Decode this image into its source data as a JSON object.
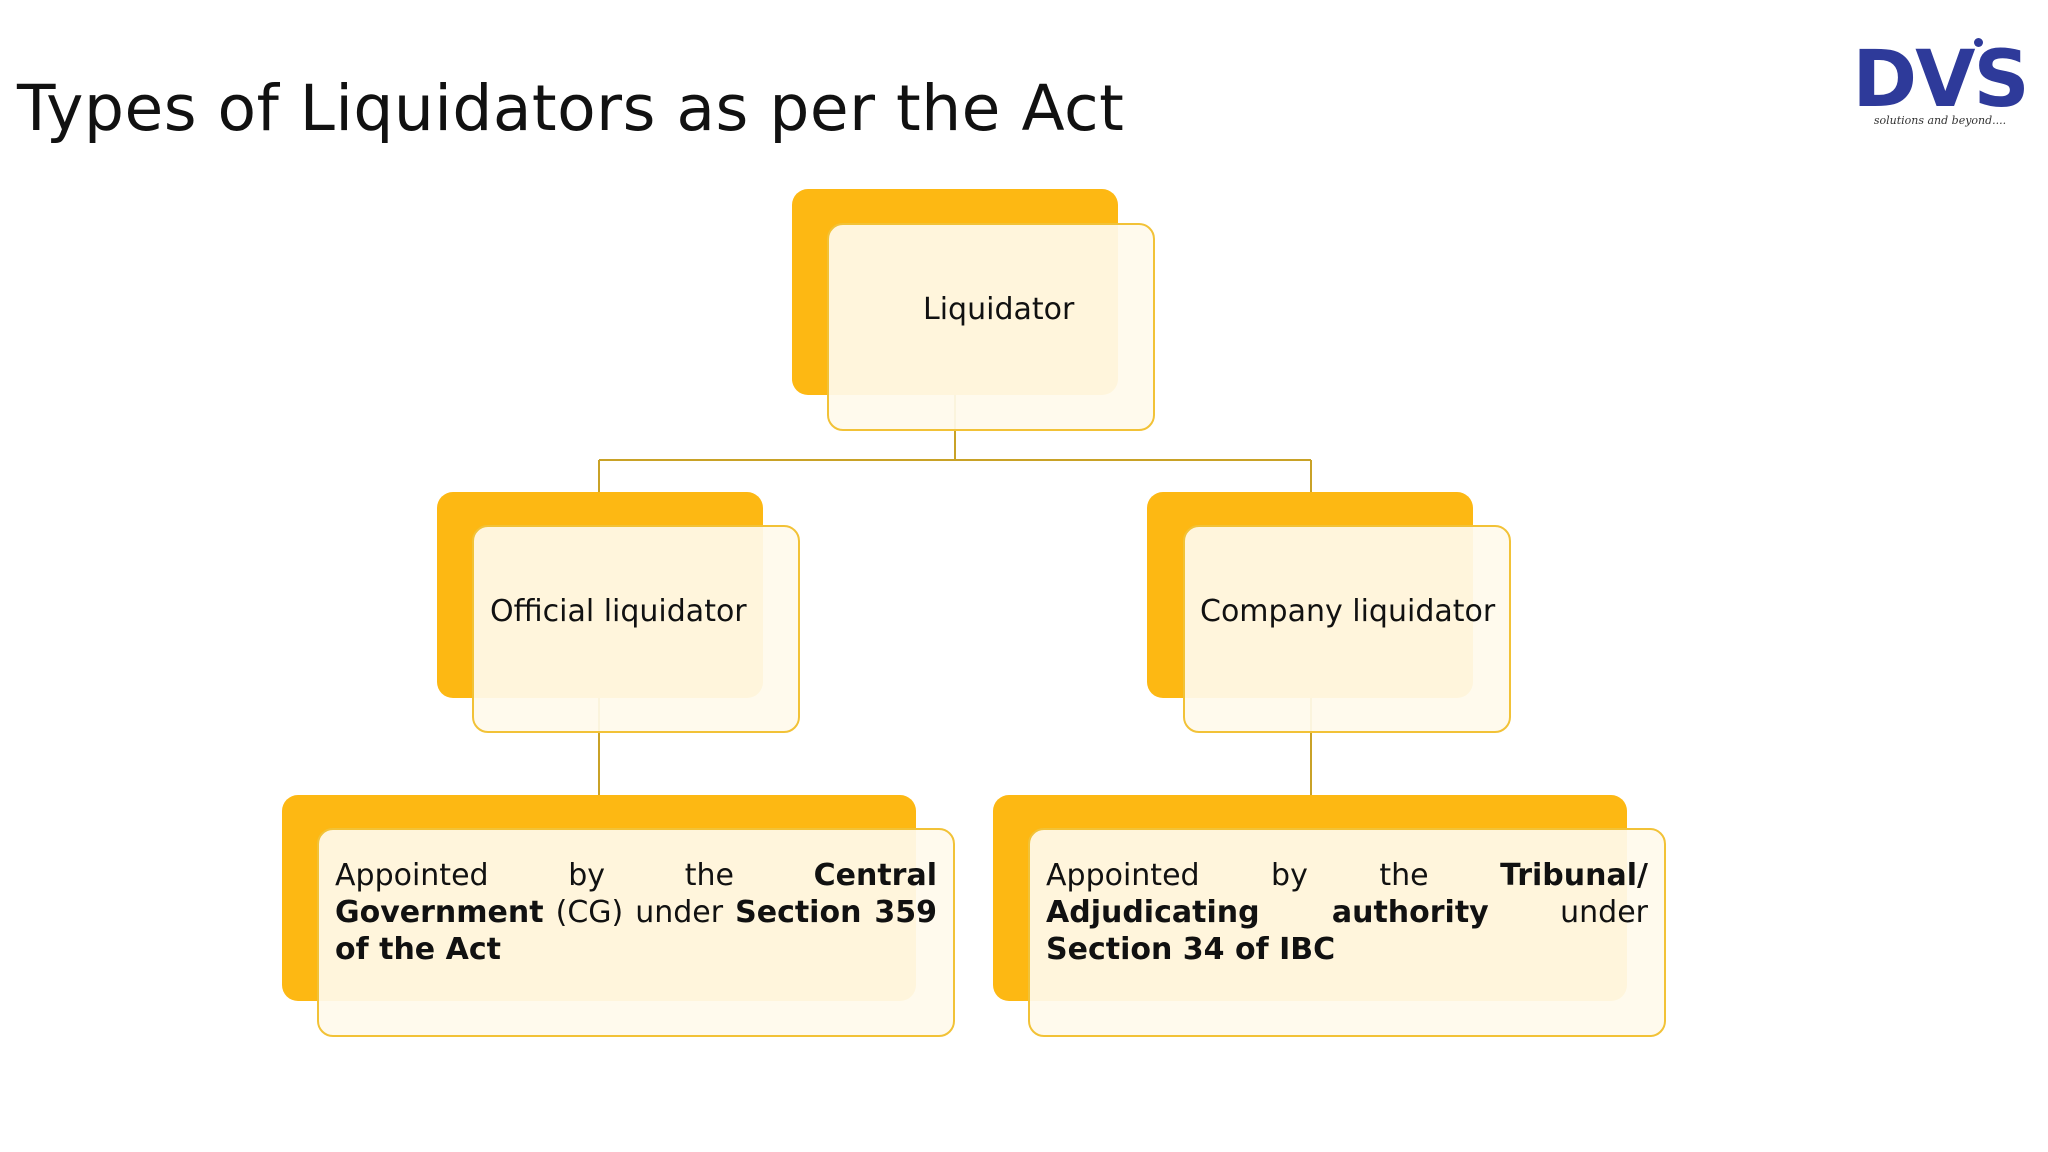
{
  "slide": {
    "title": "Types of Liquidators as per the Act"
  },
  "logo": {
    "text": "DVS",
    "tagline": "solutions and beyond....",
    "brand_color": "#2e3a9a"
  },
  "colors": {
    "accent": "#fdb813",
    "box_fill": "#fffaec",
    "box_border": "#f2c237",
    "connector": "#c9a227"
  },
  "diagram": {
    "root": {
      "label": "Liquidator"
    },
    "branches": [
      {
        "label": "Official liquidator",
        "description": {
          "prefix": "Appointed by the",
          "bold1": "Central Government",
          "middle": "(CG) under",
          "bold2": "Section 359 of the Act"
        }
      },
      {
        "label": "Company liquidator",
        "description": {
          "prefix": "Appointed by the",
          "bold1": "Tribunal/ Adjudicating authority",
          "middle": "under",
          "bold2": "Section 34 of IBC"
        }
      }
    ]
  }
}
